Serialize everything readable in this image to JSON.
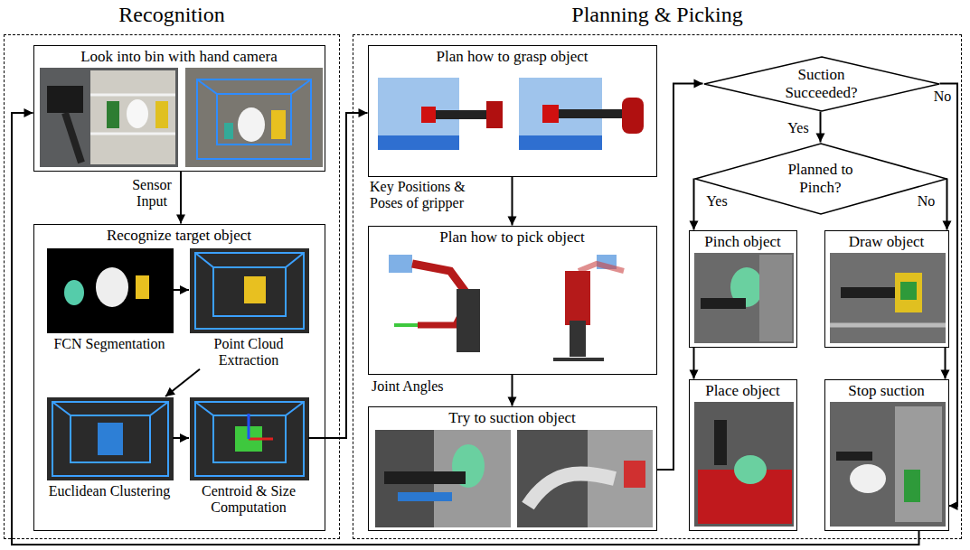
{
  "diagram": {
    "nodes": [
      {
        "text": [
          "Recognition"
        ]
      },
      {
        "text": [
          "Look into bin with hand camera"
        ],
        "in": 0
      },
      {
        "text": [
          "Recognize target object"
        ],
        "in": 0
      },
      {
        "text": [
          "FCN Segmentation"
        ],
        "in": 2
      },
      {
        "text": [
          "Point Cloud Extraction"
        ],
        "in": 2
      },
      {
        "text": [
          "Euclidean Clustering"
        ],
        "in": 2
      },
      {
        "text": [
          "Centroid & Size Computation"
        ],
        "in": 2
      },
      {
        "text": [
          "Planning & Picking"
        ]
      },
      {
        "text": [
          "Plan how to grasp object"
        ],
        "in": 7
      },
      {
        "text": [
          "Plan how to pick object"
        ],
        "in": 7
      },
      {
        "text": [
          "Try to suction object"
        ],
        "in": 7
      },
      {
        "text": [
          "Suction Succeeded?"
        ],
        "in": 7
      },
      {
        "text": [
          "Planned to Pinch?"
        ],
        "in": 7
      },
      {
        "text": [
          "Pinch object"
        ],
        "in": 7
      },
      {
        "text": [
          "Draw object"
        ],
        "in": 7
      },
      {
        "text": [
          "Place object"
        ],
        "in": 7
      },
      {
        "text": [
          "Stop suction"
        ],
        "in": 7
      }
    ],
    "edges": [
      {
        "from": 1,
        "to": 2,
        "arrow": "to",
        "label": "Sensor Input"
      },
      {
        "from": 3,
        "to": 4,
        "arrow": "to"
      },
      {
        "from": 4,
        "to": 5,
        "arrow": "to"
      },
      {
        "from": 5,
        "to": 6,
        "arrow": "to"
      },
      {
        "from": 6,
        "to": 8,
        "arrow": "to"
      },
      {
        "from": 8,
        "to": 9,
        "arrow": "to",
        "label": "Key Positions & Poses of gripper"
      },
      {
        "from": 9,
        "to": 10,
        "arrow": "to",
        "label": "Joint Angles"
      },
      {
        "from": 10,
        "to": 11,
        "arrow": "to"
      },
      {
        "from": 11,
        "to": 12,
        "arrow": "to",
        "label": "Yes"
      },
      {
        "from": 11,
        "to": 16,
        "arrow": "to",
        "label": "No"
      },
      {
        "from": 12,
        "to": 13,
        "arrow": "to",
        "label": "Yes"
      },
      {
        "from": 12,
        "to": 14,
        "arrow": "to",
        "label": "No"
      },
      {
        "from": 13,
        "to": 15,
        "arrow": "to"
      },
      {
        "from": 14,
        "to": 16,
        "arrow": "to"
      },
      {
        "from": 16,
        "to": 1,
        "arrow": "to"
      }
    ]
  }
}
